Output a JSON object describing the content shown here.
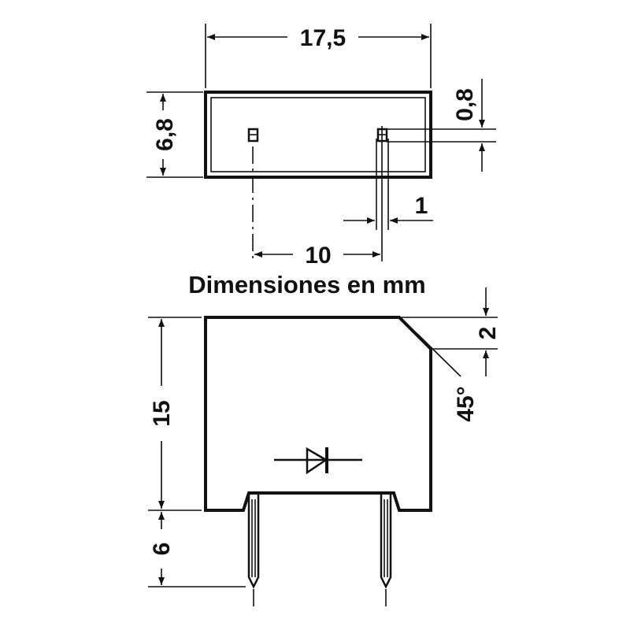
{
  "caption": "Dimensiones en mm",
  "top_view": {
    "dim_width": "17,5",
    "dim_height": "6,8",
    "dim_pin_offset": "0,8",
    "dim_pin_width": "1",
    "dim_pin_spacing": "10"
  },
  "side_view": {
    "dim_body_height": "15",
    "dim_pin_length": "6",
    "dim_chamfer": "2",
    "dim_angle": "45°"
  }
}
